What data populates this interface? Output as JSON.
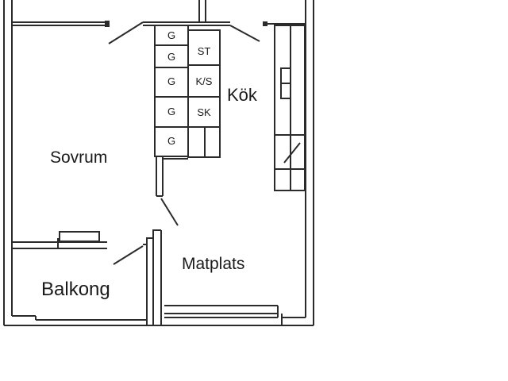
{
  "floorplan": {
    "rooms": [
      {
        "id": "sovrum",
        "label": "Sovrum"
      },
      {
        "id": "kok",
        "label": "Kök"
      },
      {
        "id": "matplats",
        "label": "Matplats"
      },
      {
        "id": "balkong",
        "label": "Balkong"
      }
    ],
    "cabinets": {
      "left_column": [
        "G",
        "G",
        "G",
        "G",
        "G"
      ],
      "right_column": [
        "ST",
        "K/S",
        "SK"
      ]
    },
    "colors": {
      "line": "#2b2b2b",
      "background": "#ffffff",
      "text": "#1a1a1a"
    }
  }
}
